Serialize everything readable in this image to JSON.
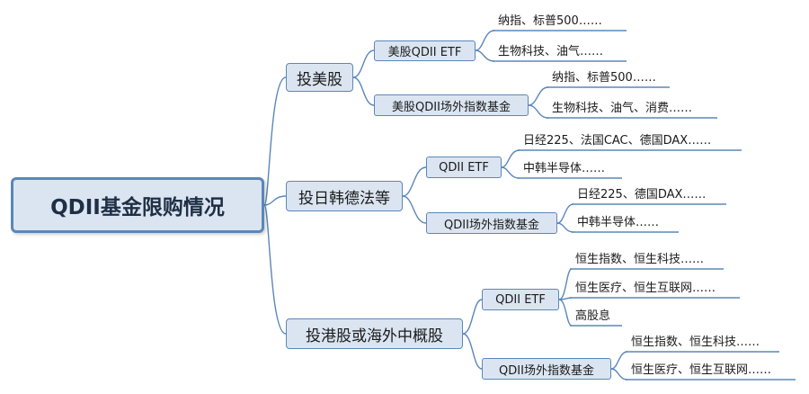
{
  "mindmap": {
    "root": "QDII基金限购情况",
    "branches": [
      {
        "label": "投美股",
        "children": [
          {
            "label": "美股QDII ETF",
            "leaves": [
              "纳指、标普500……",
              "生物科技、油气……"
            ]
          },
          {
            "label": "美股QDII场外指数基金",
            "leaves": [
              "纳指、标普500……",
              "生物科技、油气、消费……"
            ]
          }
        ]
      },
      {
        "label": "投日韩德法等",
        "children": [
          {
            "label": "QDII ETF",
            "leaves": [
              "日经225、法国CAC、德国DAX……",
              "中韩半导体……"
            ]
          },
          {
            "label": "QDII场外指数基金",
            "leaves": [
              "日经225、德国DAX……",
              "中韩半导体……"
            ]
          }
        ]
      },
      {
        "label": "投港股或海外中概股",
        "children": [
          {
            "label": "QDII ETF",
            "leaves": [
              "恒生指数、恒生科技……",
              "恒生医疗、恒生互联网……",
              "高股息"
            ]
          },
          {
            "label": "QDII场外指数基金",
            "leaves": [
              "恒生指数、恒生科技……",
              "恒生医疗、恒生互联网……"
            ]
          }
        ]
      }
    ]
  },
  "colors": {
    "line": "#5b87b9",
    "fill": "#dbe5f1"
  }
}
